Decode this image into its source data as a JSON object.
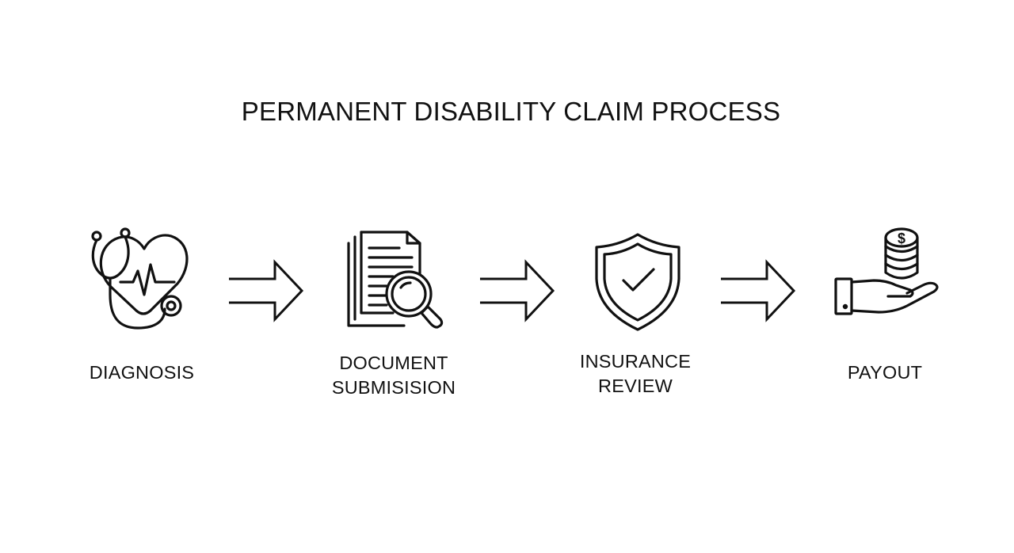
{
  "title": "PERMANENT DISABILITY CLAIM PROCESS",
  "steps": [
    {
      "icon": "stethoscope-heart-icon",
      "line1": "DIAGNOSIS",
      "line2": ""
    },
    {
      "icon": "document-search-icon",
      "line1": "DOCUMENT",
      "line2": "SUBMISISION"
    },
    {
      "icon": "shield-check-icon",
      "line1": "INSURANCE",
      "line2": "REVIEW"
    },
    {
      "icon": "hand-coins-icon",
      "line1": "PAYOUT",
      "line2": ""
    }
  ],
  "arrow_icon": "right-arrow-icon",
  "colors": {
    "stroke": "#111111",
    "background": "#ffffff"
  }
}
